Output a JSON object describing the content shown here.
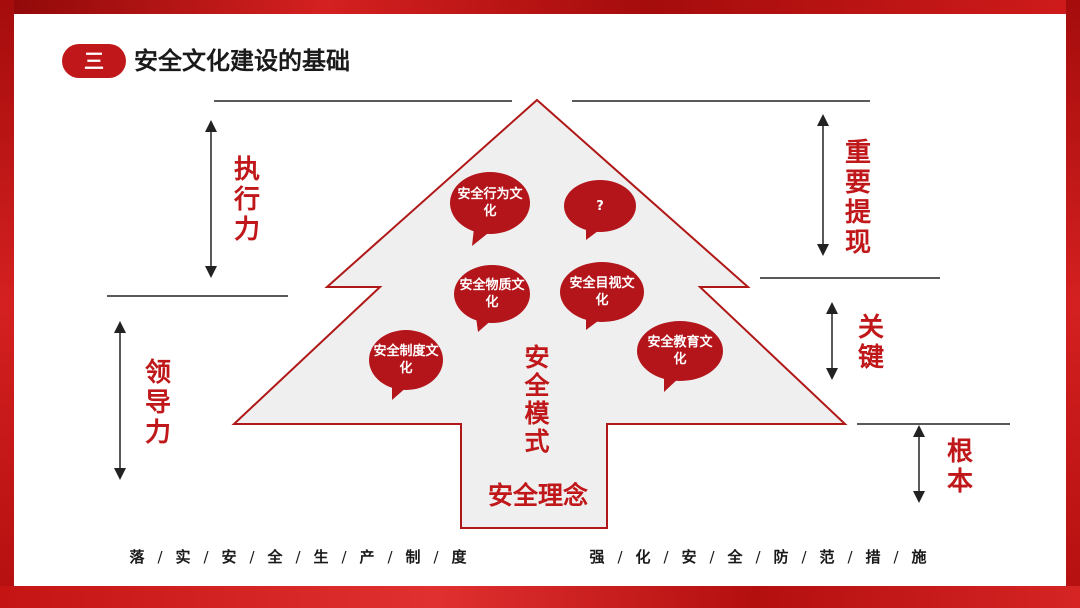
{
  "header": {
    "badge": "三",
    "title": "安全文化建设的基础"
  },
  "left_labels": {
    "top": "执行力",
    "bottom": "领导力"
  },
  "right_labels": {
    "top": "重要提现",
    "middle": "关键",
    "bottom": "根本"
  },
  "bubbles": {
    "b1": "安全行为文化",
    "b2": "?",
    "b3": "安全物质文化",
    "b4": "安全目视文化",
    "b5": "安全制度文化",
    "b6": "安全教育文化"
  },
  "center": {
    "mode": "安全模式",
    "concept": "安全理念"
  },
  "bottom": {
    "left": [
      "落",
      "实",
      "安",
      "全",
      "生",
      "产",
      "制",
      "度"
    ],
    "right": [
      "强",
      "化",
      "安",
      "全",
      "防",
      "范",
      "措",
      "施"
    ],
    "separator": "/"
  },
  "colors": {
    "accent": "#c0181a",
    "tree_fill": "#efefef",
    "line": "#222222"
  }
}
